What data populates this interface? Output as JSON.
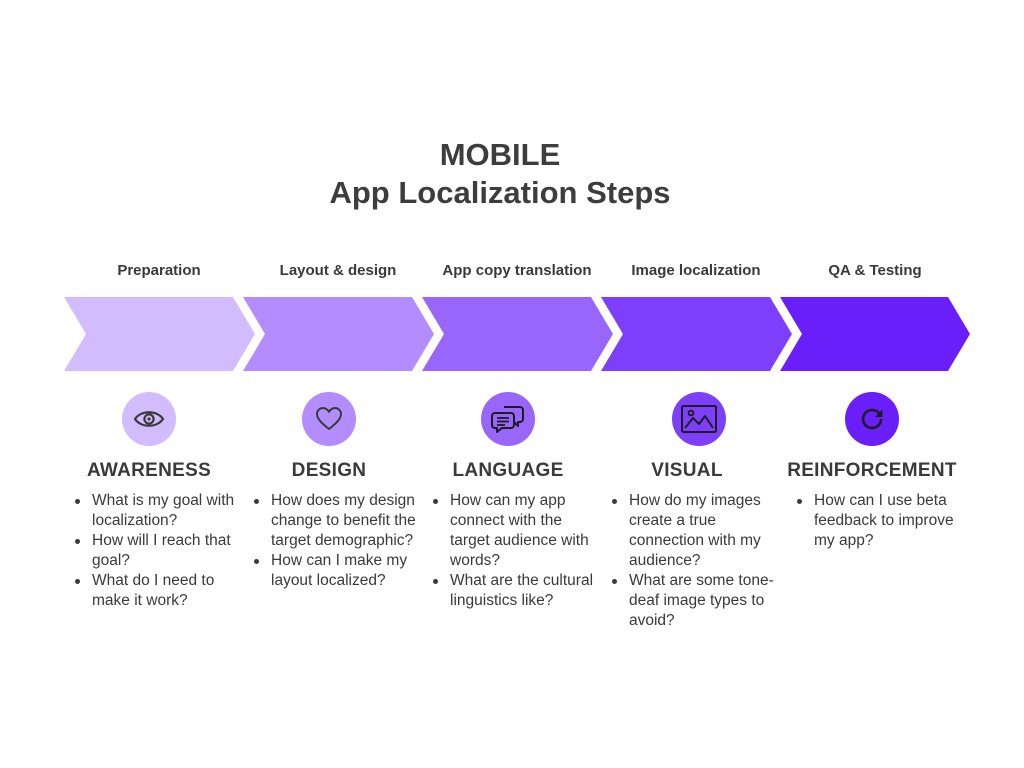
{
  "title": {
    "line1": "MOBILE",
    "line2": "App Localization Steps"
  },
  "colors": {
    "step1": "#d2bcfe",
    "step2": "#b38dfd",
    "step3": "#9966fc",
    "step4": "#7d3ffb",
    "step5": "#6a1ffa",
    "text": "#3a3a3a"
  },
  "steps": [
    {
      "label": "Preparation",
      "heading": "AWARENESS",
      "icon": "eye-icon",
      "bullets": [
        "What is my goal with localization?",
        "How will I reach that goal?",
        "What do I need to make it work?"
      ]
    },
    {
      "label": "Layout & design",
      "heading": "DESIGN",
      "icon": "heart-icon",
      "bullets": [
        "How does my design change to benefit the target demographic?",
        "How can I make my layout localized?"
      ]
    },
    {
      "label": "App copy translation",
      "heading": "LANGUAGE",
      "icon": "chat-bubbles-icon",
      "bullets": [
        "How can my app connect with the target audience with words?",
        "What are the cultural linguistics like?"
      ]
    },
    {
      "label": "Image localization",
      "heading": "VISUAL",
      "icon": "image-icon",
      "bullets": [
        "How do my images create a true connection with my audience?",
        "What are some tone-deaf image types to avoid?"
      ]
    },
    {
      "label": "QA & Testing",
      "heading": "REINFORCEMENT",
      "icon": "refresh-icon",
      "bullets": [
        "How can I use beta feedback to improve my app?"
      ]
    }
  ]
}
